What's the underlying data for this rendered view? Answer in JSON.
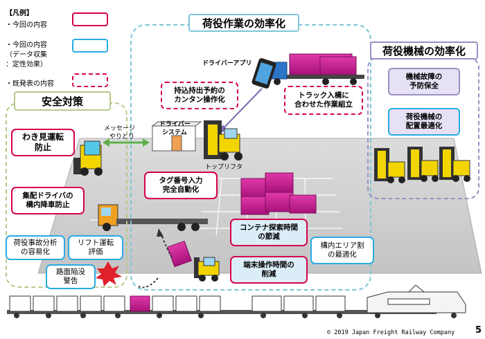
{
  "legend": {
    "title": "【凡例】",
    "current": "・今回の内容",
    "current_data_line1": "・今回の内容",
    "current_data_line2": "（データ収集",
    "current_data_line3": "：定性効果）",
    "existing": "・既発表の内容"
  },
  "sections": {
    "cargo_efficiency": "荷役作業の効率化",
    "machine_efficiency": "荷役機械の効率化",
    "safety": "安全対策"
  },
  "labels": {
    "driver_app": "ドライバーアプリ",
    "message_line1": "メッセージ",
    "message_line2": "やりとり",
    "driver_system_line1": "ドライバー",
    "driver_system_line2": "システム",
    "top_lifter": "トップリフタ"
  },
  "boxes": {
    "advance_booking_line1": "持込持出予約の",
    "advance_booking_line2": "カンタン操作化",
    "truck_entry_line1": "トラック入構に",
    "truck_entry_line2": "合わせた作業組立",
    "failure_line1": "機械故障の",
    "failure_line2": "予防保全",
    "placement_line1": "荷役機械の",
    "placement_line2": "配置最適化",
    "inattentive_line1": "わき見運転",
    "inattentive_line2": "防止",
    "tag_input_line1": "タグ番号入力",
    "tag_input_line2": "完全自動化",
    "dismount_line1": "集配ドライバの",
    "dismount_line2": "構内降車防止",
    "container_search_line1": "コンテナ探索時間",
    "container_search_line2": "の節減",
    "accident_line1": "荷役事故分析",
    "accident_line2": "の容易化",
    "lift_eval_line1": "リフト運転",
    "lift_eval_line2": "評価",
    "yard_area_line1": "構内エリア割",
    "yard_area_line2": "の最適化",
    "road_collapse_line1": "路面陥没",
    "road_collapse_line2": "警告",
    "terminal_line1": "端末操作時間の",
    "terminal_line2": "削減"
  },
  "footer": {
    "copyright": "© 2019 Japan Freight Railway Company",
    "page": "5"
  },
  "colors": {
    "current_red": "#d6004c",
    "current_blue": "#29abe2",
    "cargo_frame": "#7dc7d6",
    "safety_frame": "#b5c98a",
    "machine_frame": "#9b8fc4",
    "container_magenta": "#c8198f"
  }
}
